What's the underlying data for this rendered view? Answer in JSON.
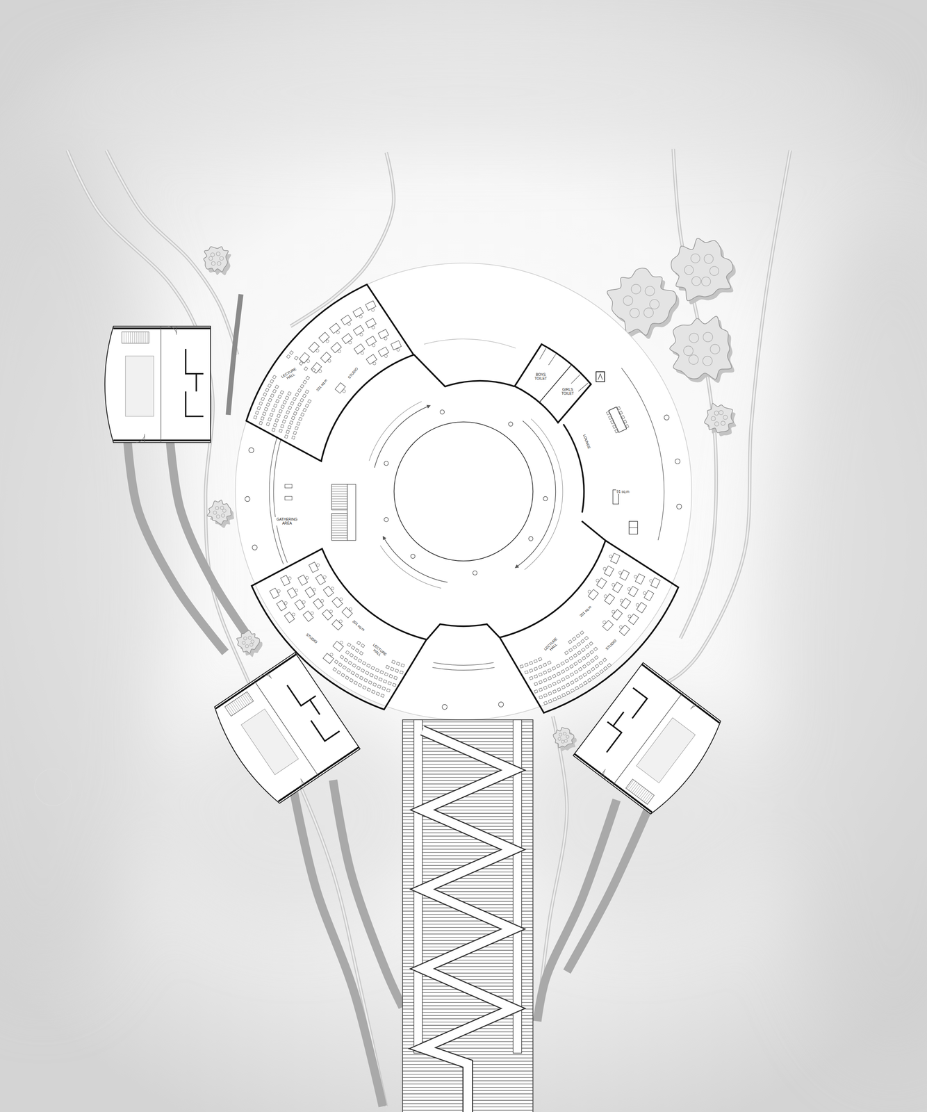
{
  "diagram": {
    "nodes": [
      {
        "text": [
          "LECTURE HALL",
          "201 sq.m",
          "STUDIO"
        ]
      },
      {
        "text": [
          "BOYS TOILET",
          "GIRLS TOILET"
        ]
      },
      {
        "text": [
          "LOUNGE",
          "91 sq.m"
        ]
      },
      {
        "text": [
          "201 sq.m",
          "LECTURE HALL",
          "STUDIO"
        ]
      },
      {
        "text": [
          "201 sq.m",
          "LECTURE HALL",
          "STUDIO"
        ]
      }
    ],
    "labels": [
      "GATHERING AREA"
    ]
  }
}
